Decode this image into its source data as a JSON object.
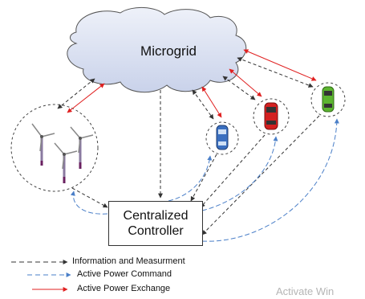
{
  "diagram": {
    "cloud_label": "Microgrid",
    "controller_line1": "Centralized",
    "controller_line2": "Controller"
  },
  "legend": {
    "info": "Information and Measurment",
    "command": "Active Power Command",
    "exchange": "Active Power Exchange"
  },
  "watermark": "Activate Win",
  "colors": {
    "info": "#333333",
    "command": "#4a7fc8",
    "exchange": "#e02020",
    "cloud_fill": "#dde3f2",
    "car_blue": "#3a6fc0",
    "car_red": "#d42020",
    "car_green": "#5cb530"
  },
  "icons": [
    "wind-turbine-icon",
    "blue-car-icon",
    "red-car-icon",
    "green-car-icon"
  ]
}
